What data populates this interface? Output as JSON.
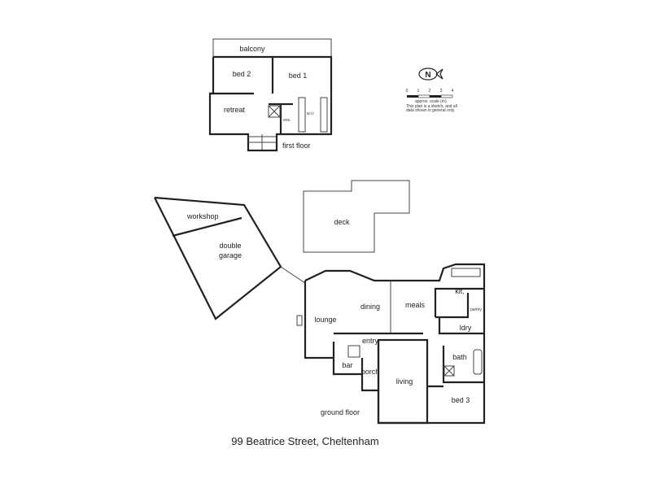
{
  "first_floor": {
    "title": "first floor",
    "rooms": {
      "balcony": "balcony",
      "bed2": "bed 2",
      "bed1": "bed 1",
      "retreat": "retreat",
      "ens": "ens.",
      "wir": "w.i.r"
    }
  },
  "legend": {
    "north_label": "N",
    "scale_ticks": [
      "0",
      "1",
      "2",
      "3",
      "4"
    ],
    "scale_label": "approx. scale (m)",
    "disclaimer_1": "This plan is a sketch, and all",
    "disclaimer_2": "data shown is general only."
  },
  "ground_floor": {
    "title": "ground floor",
    "rooms": {
      "workshop": "workshop",
      "double": "double",
      "garage": "garage",
      "deck": "deck",
      "kit": "kit.",
      "meals": "meals",
      "dining": "dining",
      "lounge": "lounge",
      "entry": "entry",
      "bar": "bar",
      "porch": "porch",
      "living": "living",
      "ldry": "ldry",
      "bath": "bath",
      "bed3": "bed 3",
      "pantry": "pantry"
    }
  },
  "address": "99 Beatrice Street, Cheltenham"
}
